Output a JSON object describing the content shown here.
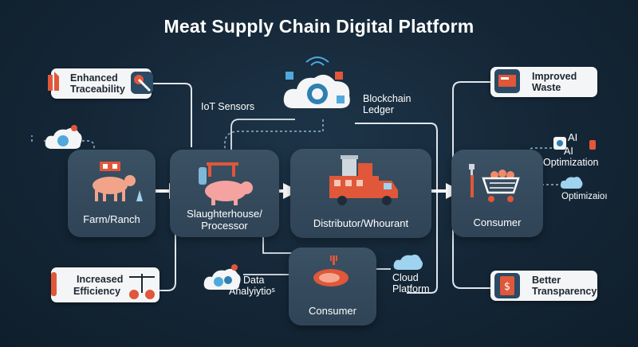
{
  "title": "Meat Supply Chain Digital Platform",
  "stages": {
    "farm": "Farm/Ranch",
    "slaughter": [
      "Slaughterhouse/",
      "Processor"
    ],
    "distributor": "Distributor/Whourant",
    "consumer_right": "Consumer",
    "consumer_bottom": "Consumer"
  },
  "cards": {
    "traceability": [
      "Enhanced",
      "Traceability"
    ],
    "efficiency": [
      "Increased",
      "Efficiency"
    ],
    "waste": [
      "Improved",
      "Waste"
    ],
    "transparency": [
      "Better",
      "Transparency"
    ]
  },
  "labels": {
    "iot": "IoT Sensors",
    "blockchain": [
      "Blockchain",
      "Ledger"
    ],
    "ai_short": "AI",
    "ai_opt": [
      "AI",
      "Optimization"
    ],
    "optimizaion": "Optimizaioı",
    "data": [
      "Data",
      "Analyiytioˢ"
    ],
    "cloud": [
      "Cloud",
      "Platform"
    ]
  },
  "colors": {
    "stage": "#33495b",
    "line": "#dfe6ec",
    "dashed": "#8fb6d2",
    "accent_red": "#e05a3a",
    "accent_blue": "#4fa9dd",
    "card": "#f4f5f6"
  }
}
